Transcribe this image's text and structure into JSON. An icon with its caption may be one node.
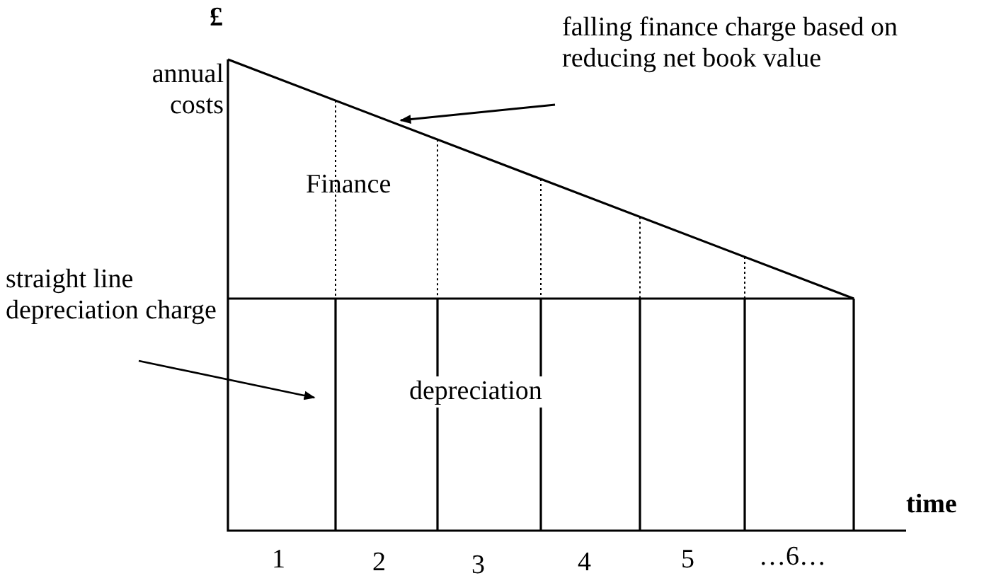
{
  "diagram": {
    "nodes": [
      {
        "text": [
          "falling finance charge based on reducing net book value"
        ]
      },
      {
        "text": [
          "straight line depreciation charge"
        ]
      }
    ],
    "edges": [
      {
        "from": 0,
        "to": null,
        "arrow": "to"
      },
      {
        "from": 1,
        "to": null,
        "arrow": "to"
      }
    ],
    "labels": [
      "£",
      "annual costs",
      "Finance",
      "depreciation",
      "time",
      "1",
      "2",
      "3",
      "4",
      "5",
      "…6…"
    ]
  }
}
